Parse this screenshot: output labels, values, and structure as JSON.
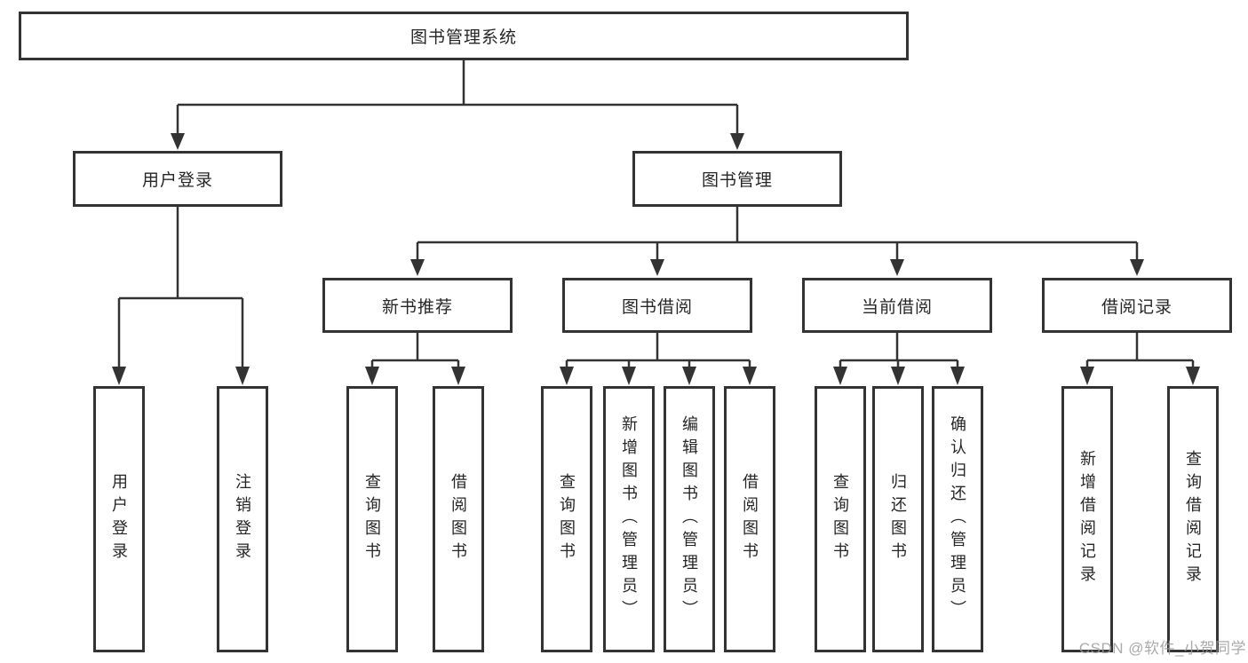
{
  "diagram": {
    "root": {
      "label": "图书管理系统"
    },
    "branches": [
      {
        "label": "用户登录",
        "leaves": [
          "用户登录",
          "注销登录"
        ]
      },
      {
        "label": "图书管理",
        "sections": [
          {
            "label": "新书推荐",
            "leaves": [
              "查询图书",
              "借阅图书"
            ]
          },
          {
            "label": "图书借阅",
            "leaves": [
              "查询图书",
              "新增图书（管理员）",
              "编辑图书（管理员）",
              "借阅图书"
            ]
          },
          {
            "label": "当前借阅",
            "leaves": [
              "查询图书",
              "归还图书",
              "确认归还（管理员）"
            ]
          },
          {
            "label": "借阅记录",
            "leaves": [
              "新增借阅记录",
              "查询借阅记录"
            ]
          }
        ]
      }
    ]
  },
  "watermark": {
    "text": "CSDN @软件_小贺同学"
  },
  "colors": {
    "line": "#333333",
    "text": "#262626",
    "box_fill": "#ffffff",
    "watermark": "#9b9b9b"
  }
}
